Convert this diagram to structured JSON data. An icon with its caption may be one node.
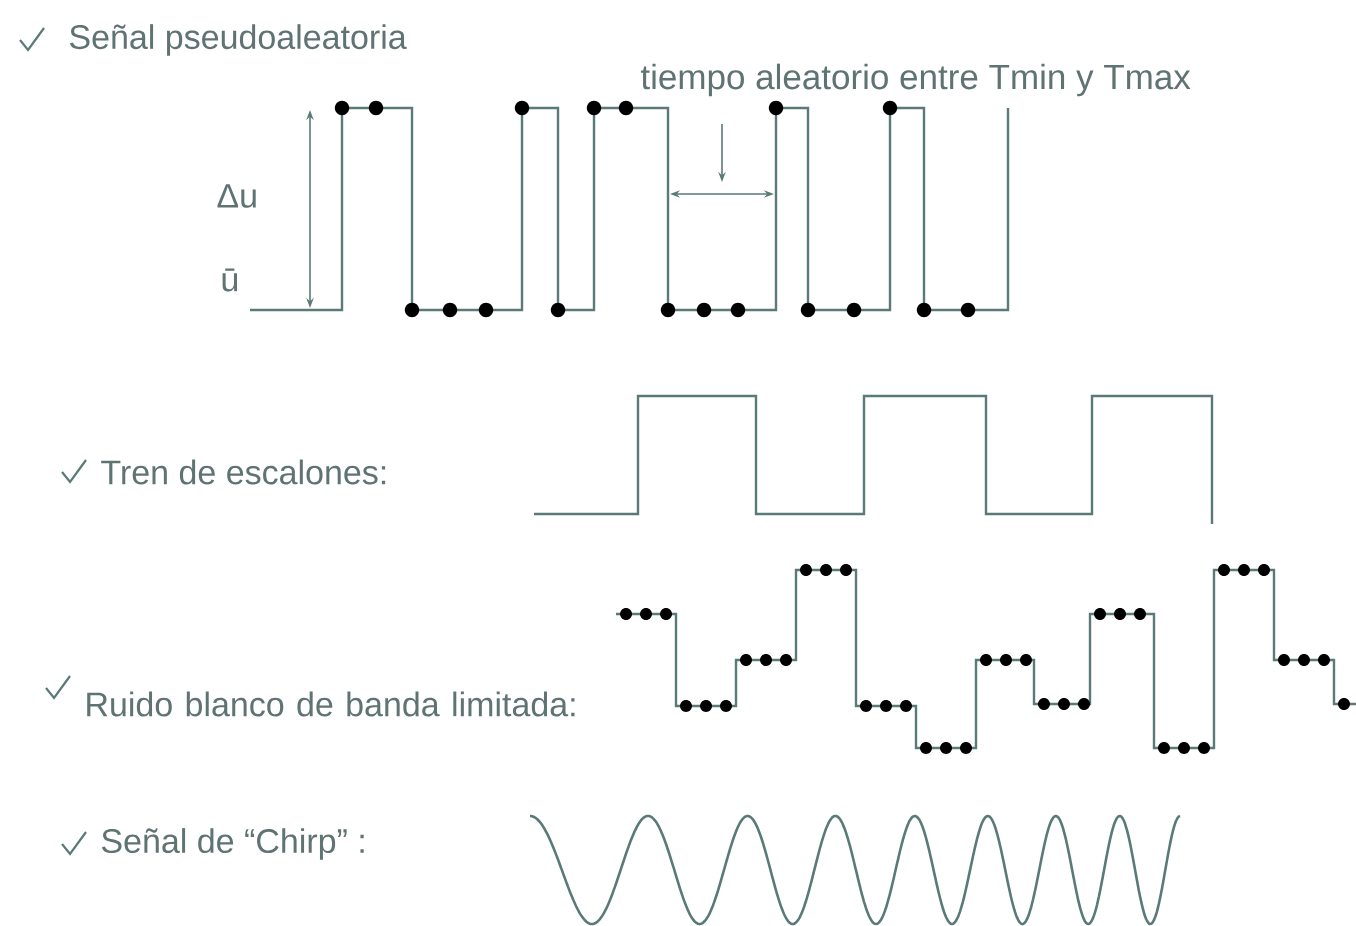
{
  "diagram": {
    "labels": [
      "Señal pseudoaleatoria",
      "tiempo aleatorio entre Tmin y Tmax",
      "Δu",
      "ū",
      "Tren de escalones:",
      "Ruido blanco de banda limitada:",
      "Señal de “Chirp” :"
    ]
  }
}
